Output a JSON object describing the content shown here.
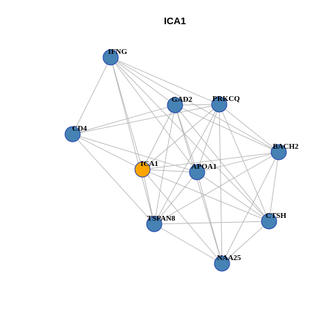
{
  "title": "ICA1",
  "colors": {
    "node_default": "#4682b4",
    "node_highlight": "#ffa500",
    "node_border": "#1f3fae",
    "edge": "#b3b3b3"
  },
  "nodes": [
    {
      "id": "IFNG",
      "label": "IFNG",
      "highlight": false
    },
    {
      "id": "GAD2",
      "label": "GAD2",
      "highlight": false
    },
    {
      "id": "PRKCQ",
      "label": "PRKCQ",
      "highlight": false
    },
    {
      "id": "CD4",
      "label": "CD4",
      "highlight": false
    },
    {
      "id": "BACH2",
      "label": "BACH2",
      "highlight": false
    },
    {
      "id": "ICA1",
      "label": "ICA1",
      "highlight": true
    },
    {
      "id": "APOA1",
      "label": "APOA1",
      "highlight": false
    },
    {
      "id": "TSPAN8",
      "label": "TSPAN8",
      "highlight": false
    },
    {
      "id": "CTSH",
      "label": "CTSH",
      "highlight": false
    },
    {
      "id": "NAA25",
      "label": "NAA25",
      "highlight": false
    }
  ],
  "edges": [
    [
      "IFNG",
      "PRKCQ"
    ],
    [
      "IFNG",
      "CD4"
    ],
    [
      "IFNG",
      "GAD2"
    ],
    [
      "IFNG",
      "ICA1"
    ],
    [
      "IFNG",
      "TSPAN8"
    ],
    [
      "IFNG",
      "APOA1"
    ],
    [
      "IFNG",
      "CTSH"
    ],
    [
      "IFNG",
      "BACH2"
    ],
    [
      "GAD2",
      "PRKCQ"
    ],
    [
      "GAD2",
      "CD4"
    ],
    [
      "GAD2",
      "ICA1"
    ],
    [
      "GAD2",
      "TSPAN8"
    ],
    [
      "GAD2",
      "APOA1"
    ],
    [
      "GAD2",
      "NAA25"
    ],
    [
      "GAD2",
      "CTSH"
    ],
    [
      "GAD2",
      "BACH2"
    ],
    [
      "PRKCQ",
      "CD4"
    ],
    [
      "PRKCQ",
      "ICA1"
    ],
    [
      "PRKCQ",
      "TSPAN8"
    ],
    [
      "PRKCQ",
      "APOA1"
    ],
    [
      "PRKCQ",
      "NAA25"
    ],
    [
      "PRKCQ",
      "CTSH"
    ],
    [
      "PRKCQ",
      "BACH2"
    ],
    [
      "CD4",
      "ICA1"
    ],
    [
      "CD4",
      "APOA1"
    ],
    [
      "CD4",
      "TSPAN8"
    ],
    [
      "ICA1",
      "APOA1"
    ],
    [
      "ICA1",
      "BACH2"
    ],
    [
      "ICA1",
      "TSPAN8"
    ],
    [
      "ICA1",
      "NAA25"
    ],
    [
      "ICA1",
      "CTSH"
    ],
    [
      "APOA1",
      "BACH2"
    ],
    [
      "APOA1",
      "TSPAN8"
    ],
    [
      "APOA1",
      "NAA25"
    ],
    [
      "APOA1",
      "CTSH"
    ],
    [
      "BACH2",
      "TSPAN8"
    ],
    [
      "BACH2",
      "CTSH"
    ],
    [
      "BACH2",
      "NAA25"
    ],
    [
      "TSPAN8",
      "CTSH"
    ],
    [
      "TSPAN8",
      "NAA25"
    ],
    [
      "CTSH",
      "NAA25"
    ]
  ]
}
